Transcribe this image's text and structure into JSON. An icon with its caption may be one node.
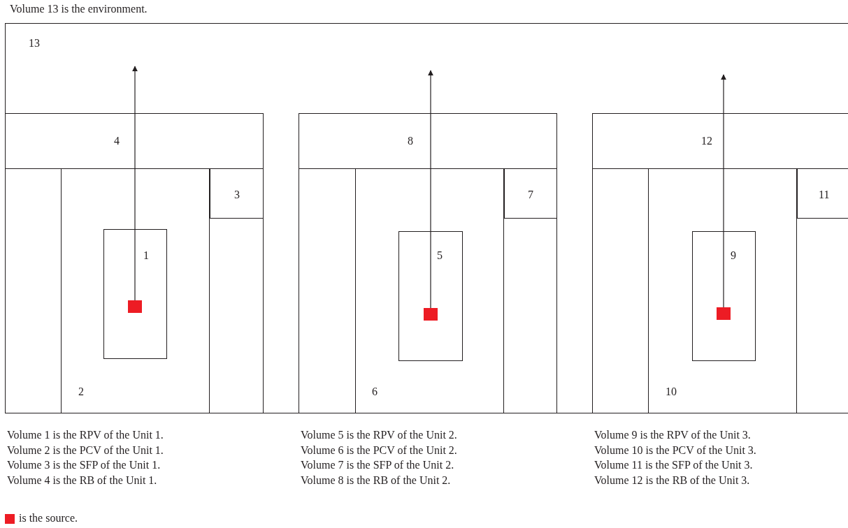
{
  "diagram": {
    "nodes": [
      {
        "text": [
          "13"
        ]
      },
      {
        "text": [
          "4"
        ],
        "in": 0
      },
      {
        "text": [
          "3"
        ],
        "in": 1
      },
      {
        "text": [
          "2"
        ],
        "in": 1
      },
      {
        "text": [
          "1"
        ],
        "in": 3
      },
      {
        "text": [],
        "shape": "box",
        "in": 4
      },
      {
        "text": [
          "8"
        ],
        "in": 0
      },
      {
        "text": [
          "7"
        ],
        "in": 6
      },
      {
        "text": [
          "6"
        ],
        "in": 6
      },
      {
        "text": [
          "5"
        ],
        "in": 8
      },
      {
        "text": [],
        "shape": "box",
        "in": 9
      },
      {
        "text": [
          "12"
        ],
        "in": 0
      },
      {
        "text": [
          "11"
        ],
        "in": 11
      },
      {
        "text": [
          "10"
        ],
        "in": 11
      },
      {
        "text": [
          "9"
        ],
        "in": 13
      },
      {
        "text": [],
        "shape": "box",
        "in": 14
      }
    ],
    "edges": [
      {
        "from": 5,
        "to": 0,
        "arrow": "to"
      },
      {
        "from": 10,
        "to": 0,
        "arrow": "to"
      },
      {
        "from": 15,
        "to": 0,
        "arrow": "to"
      }
    ],
    "labels": [
      "Volume 13 is the environment.",
      "Volume 1 is the RPV of the Unit 1.",
      "Volume 2 is the PCV of the Unit 1.",
      "Volume 3 is the SFP of the Unit 1.",
      "Volume 4 is the RB of the Unit 1.",
      "Volume 5 is the RPV of the Unit 2.",
      "Volume 6 is the PCV of the Unit 2.",
      "Volume 7 is the SFP of the Unit 2.",
      "Volume 8 is the RB of the Unit 2.",
      "Volume 9 is the RPV of the Unit 3.",
      "Volume 10 is the PCV of the Unit 3.",
      "Volume 11 is the SFP of the Unit 3.",
      "Volume 12 is the RB of the Unit 3."
    ],
    "legend": [
      {
        "text": "is the source.",
        "color": "#ed1c24"
      }
    ]
  }
}
